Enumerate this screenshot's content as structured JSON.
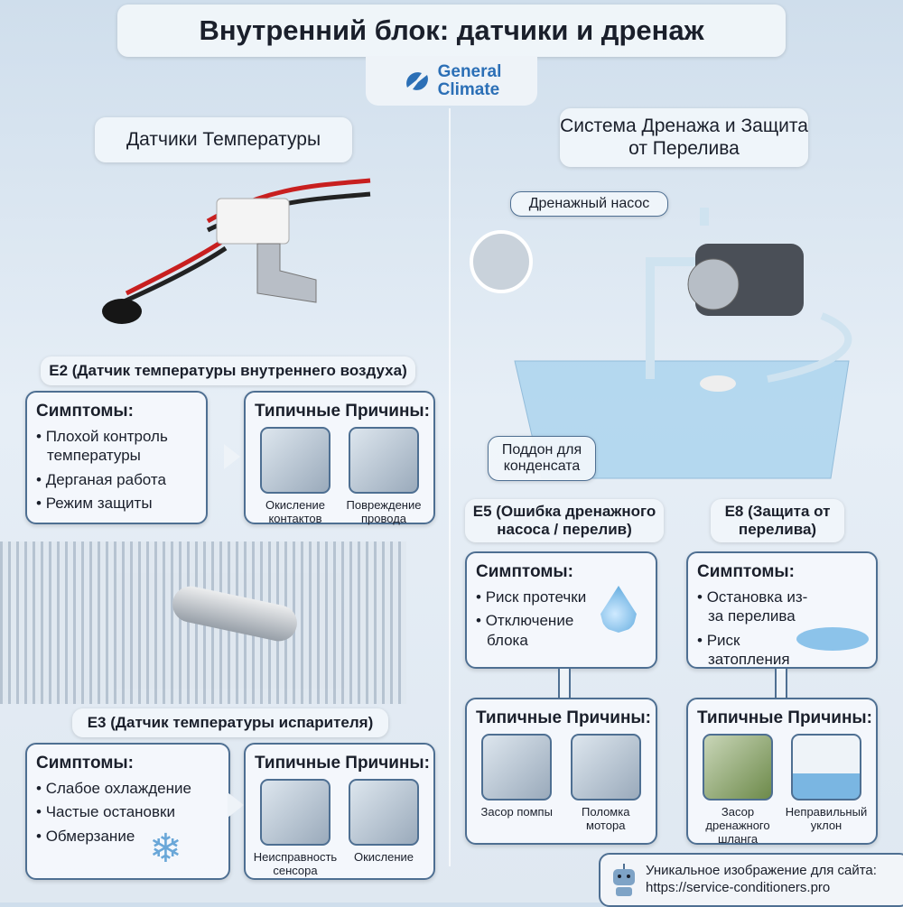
{
  "title": "Внутренний блок: датчики и дренаж",
  "logo": {
    "line1": "General",
    "line2": "Climate"
  },
  "left": {
    "heading": "Датчики Температуры",
    "e2": {
      "label": "E2 (Датчик температуры внутреннего воздуха)",
      "symptoms_title": "Симптомы:",
      "symptoms": [
        "Плохой контроль температуры",
        "Дерганая работа",
        "Режим защиты"
      ],
      "causes_title": "Типичные Причины:",
      "causes": [
        "Окисление контактов",
        "Повреждение провода"
      ]
    },
    "e3": {
      "label": "E3 (Датчик температуры испарителя)",
      "symptoms_title": "Симптомы:",
      "symptoms": [
        "Слабое охлаждение",
        "Частые остановки",
        "Обмерзание"
      ],
      "causes_title": "Типичные Причины:",
      "causes": [
        "Неисправность сенсора",
        "Окисление"
      ]
    }
  },
  "right": {
    "heading": "Система Дренажа и Защита от Перелива",
    "pump_label": "Дренажный насос",
    "tray_label": "Поддон для конденсата",
    "e5": {
      "label": "E5 (Ошибка дренажного насоса / перелив)",
      "symptoms_title": "Симптомы:",
      "symptoms": [
        "Риск протечки",
        "Отключение блока"
      ],
      "causes_title": "Типичные Причины:",
      "causes": [
        "Засор помпы",
        "Поломка мотора"
      ]
    },
    "e8": {
      "label": "E8 (Защита от перелива)",
      "symptoms_title": "Симптомы:",
      "symptoms": [
        "Остановка из-за перелива",
        "Риск затопления"
      ],
      "causes_title": "Типичные Причины:",
      "causes": [
        "Засор дренажного шланга",
        "Неправильный уклон"
      ]
    }
  },
  "footer": {
    "line1": "Уникальное изображение для сайта:",
    "line2": "https://service-conditioners.pro"
  },
  "colors": {
    "accent": "#2b6fb6",
    "border": "#4e6f92"
  }
}
